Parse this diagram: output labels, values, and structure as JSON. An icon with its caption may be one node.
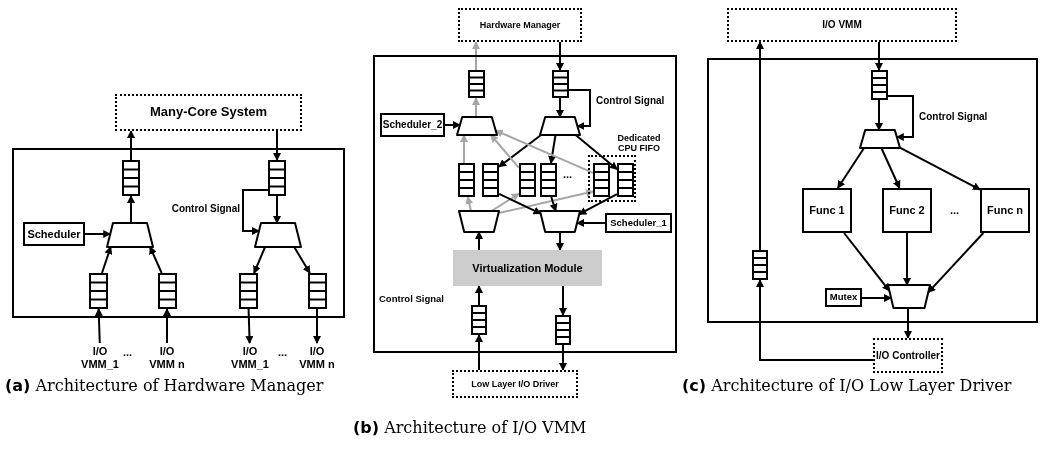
{
  "diagram": {
    "nodes": [
      {
        "text": [
          "Many-Core System"
        ]
      },
      {
        "text": [],
        "shape": "box"
      },
      {
        "text": [],
        "shape": "queue",
        "in": 1
      },
      {
        "text": [],
        "shape": "queue",
        "in": 1
      },
      {
        "text": [
          "Scheduler"
        ],
        "in": 1
      },
      {
        "text": [],
        "shape": "trapezoid",
        "in": 1
      },
      {
        "text": [],
        "shape": "trapezoid",
        "in": 1
      },
      {
        "text": [],
        "shape": "queue",
        "in": 1
      },
      {
        "text": [],
        "shape": "queue",
        "in": 1
      },
      {
        "text": [],
        "shape": "queue",
        "in": 1
      },
      {
        "text": [],
        "shape": "queue",
        "in": 1
      },
      {
        "text": [
          "I/O VMM_1"
        ]
      },
      {
        "text": [
          "I/O VMM n"
        ]
      },
      {
        "text": [
          "I/O VMM_1"
        ]
      },
      {
        "text": [
          "I/O VMM n"
        ]
      },
      {
        "text": [
          "Hardware Manager"
        ]
      },
      {
        "text": [],
        "shape": "box"
      },
      {
        "text": [],
        "shape": "queue",
        "in": 16
      },
      {
        "text": [],
        "shape": "queue",
        "in": 16
      },
      {
        "text": [
          "Scheduler_2"
        ],
        "in": 16
      },
      {
        "text": [],
        "shape": "trapezoid",
        "in": 16
      },
      {
        "text": [],
        "shape": "trapezoid",
        "in": 16
      },
      {
        "text": [],
        "shape": "queue",
        "in": 16
      },
      {
        "text": [],
        "shape": "queue",
        "in": 16
      },
      {
        "text": [],
        "shape": "queue",
        "in": 16
      },
      {
        "text": [],
        "shape": "queue",
        "in": 16
      },
      {
        "text": [
          "Dedicated CPU FIFO"
        ],
        "in": 16
      },
      {
        "text": [],
        "shape": "queue",
        "in": 26
      },
      {
        "text": [],
        "shape": "queue",
        "in": 26
      },
      {
        "text": [],
        "shape": "trapezoid",
        "in": 16
      },
      {
        "text": [],
        "shape": "trapezoid",
        "in": 16
      },
      {
        "text": [
          "Scheduler_1"
        ],
        "in": 16
      },
      {
        "text": [
          "Virtualization Module"
        ],
        "in": 16
      },
      {
        "text": [],
        "shape": "queue",
        "in": 16
      },
      {
        "text": [],
        "shape": "queue",
        "in": 16
      },
      {
        "text": [
          "Low Layer I/O Driver"
        ]
      },
      {
        "text": [
          "I/O VMM"
        ]
      },
      {
        "text": [],
        "shape": "box"
      },
      {
        "text": [],
        "shape": "queue",
        "in": 37
      },
      {
        "text": [],
        "shape": "trapezoid",
        "in": 37
      },
      {
        "text": [
          "Func 1"
        ],
        "in": 37
      },
      {
        "text": [
          "Func 2"
        ],
        "in": 37
      },
      {
        "text": [
          "Func n"
        ],
        "in": 37
      },
      {
        "text": [],
        "shape": "queue",
        "in": 37
      },
      {
        "text": [
          "Mutex"
        ],
        "in": 37
      },
      {
        "text": [],
        "shape": "trapezoid",
        "in": 37
      },
      {
        "text": [
          "I/O Controller"
        ]
      }
    ],
    "edges": [
      {
        "from": 2,
        "to": 0,
        "arrow": "to"
      },
      {
        "from": 0,
        "to": 3,
        "arrow": "to"
      },
      {
        "from": 3,
        "to": 6,
        "arrow": "to",
        "label": "Control Signal"
      },
      {
        "from": 3,
        "to": 6,
        "arrow": "to"
      },
      {
        "from": 5,
        "to": 2,
        "arrow": "to"
      },
      {
        "from": 4,
        "to": 5,
        "arrow": "to"
      },
      {
        "from": 7,
        "to": 5,
        "arrow": "to"
      },
      {
        "from": 8,
        "to": 5,
        "arrow": "to"
      },
      {
        "from": 6,
        "to": 9,
        "arrow": "to"
      },
      {
        "from": 6,
        "to": 10,
        "arrow": "to"
      },
      {
        "from": 11,
        "to": 7,
        "arrow": "to"
      },
      {
        "from": 12,
        "to": 8,
        "arrow": "to"
      },
      {
        "from": 9,
        "to": 13,
        "arrow": "to"
      },
      {
        "from": 10,
        "to": 14,
        "arrow": "to"
      },
      {
        "from": 17,
        "to": 15,
        "arrow": "to",
        "color": "#a6a6a6"
      },
      {
        "from": 20,
        "to": 17,
        "arrow": "to",
        "color": "#a6a6a6"
      },
      {
        "from": 15,
        "to": 18,
        "arrow": "to"
      },
      {
        "from": 18,
        "to": 21,
        "arrow": "to",
        "label": "Control Signal"
      },
      {
        "from": 18,
        "to": 21,
        "arrow": "to"
      },
      {
        "from": 19,
        "to": 20,
        "arrow": "to"
      },
      {
        "from": 21,
        "to": 23,
        "arrow": "to"
      },
      {
        "from": 21,
        "to": 25,
        "arrow": "to"
      },
      {
        "from": 21,
        "to": 28,
        "arrow": "to"
      },
      {
        "from": 22,
        "to": 20,
        "arrow": "to",
        "color": "#a6a6a6"
      },
      {
        "from": 24,
        "to": 20,
        "arrow": "to",
        "color": "#a6a6a6"
      },
      {
        "from": 27,
        "to": 20,
        "arrow": "to",
        "color": "#a6a6a6"
      },
      {
        "from": 29,
        "to": 22,
        "arrow": "to",
        "color": "#a6a6a6"
      },
      {
        "from": 29,
        "to": 24,
        "arrow": "to",
        "color": "#a6a6a6"
      },
      {
        "from": 29,
        "to": 27,
        "arrow": "to",
        "color": "#a6a6a6"
      },
      {
        "from": 23,
        "to": 30,
        "arrow": "to"
      },
      {
        "from": 25,
        "to": 30,
        "arrow": "to"
      },
      {
        "from": 28,
        "to": 30,
        "arrow": "to"
      },
      {
        "from": 31,
        "to": 30,
        "arrow": "to"
      },
      {
        "from": 30,
        "to": 32,
        "arrow": "to"
      },
      {
        "from": 32,
        "to": 29,
        "arrow": "to"
      },
      {
        "from": 33,
        "to": 32,
        "arrow": "to"
      },
      {
        "from": 35,
        "to": 33,
        "arrow": "to"
      },
      {
        "from": 32,
        "to": 34,
        "arrow": "to"
      },
      {
        "from": 34,
        "to": 35,
        "arrow": "to"
      },
      {
        "from": 36,
        "to": 38,
        "arrow": "to"
      },
      {
        "from": 38,
        "to": 39,
        "arrow": "to",
        "label": "Control Signal"
      },
      {
        "from": 38,
        "to": 39,
        "arrow": "to"
      },
      {
        "from": 39,
        "to": 40,
        "arrow": "to"
      },
      {
        "from": 39,
        "to": 41,
        "arrow": "to"
      },
      {
        "from": 39,
        "to": 42,
        "arrow": "to"
      },
      {
        "from": 40,
        "to": 45,
        "arrow": "to"
      },
      {
        "from": 41,
        "to": 45,
        "arrow": "to"
      },
      {
        "from": 42,
        "to": 45,
        "arrow": "to"
      },
      {
        "from": 44,
        "to": 45,
        "arrow": "to"
      },
      {
        "from": 45,
        "to": 46,
        "arrow": "to"
      },
      {
        "from": 46,
        "to": 43,
        "arrow": "to"
      },
      {
        "from": 43,
        "to": 36,
        "arrow": "to"
      }
    ],
    "labels": [
      "...",
      "...",
      "...",
      "Control Signal",
      "...",
      "**(a)** Architecture of Hardware Manager",
      "**(b)** Architecture of I/O VMM",
      "**(c)** Architecture of I/O Low Layer Driver"
    ]
  }
}
